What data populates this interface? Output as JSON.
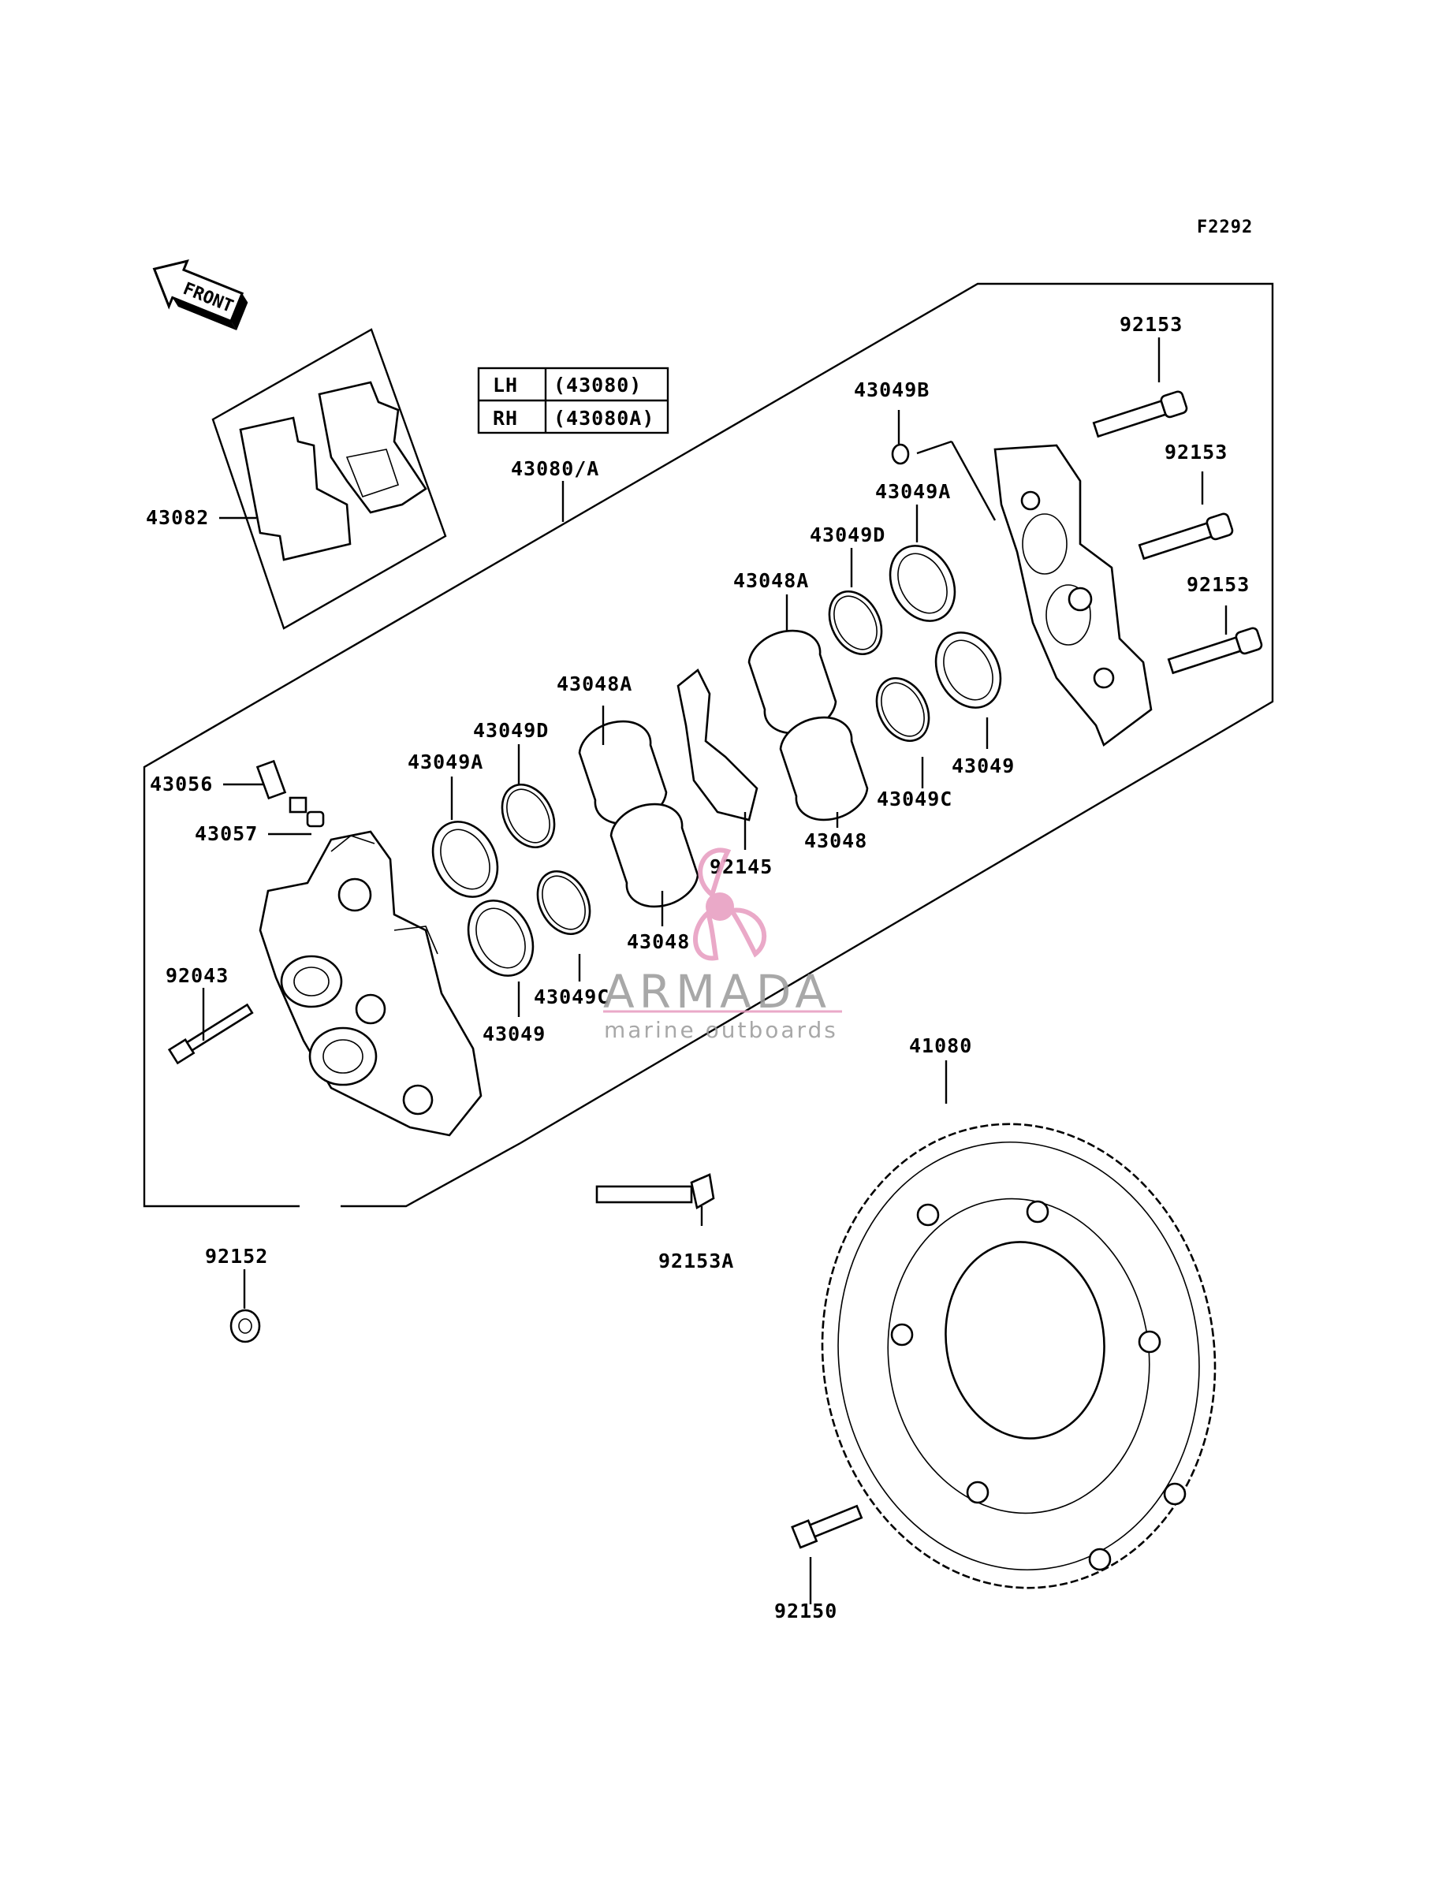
{
  "figure_code": "F2292",
  "front_arrow_label": "FRONT",
  "variant_table": [
    {
      "side": "LH",
      "part": "(43080)"
    },
    {
      "side": "RH",
      "part": "(43080A)"
    }
  ],
  "callouts": {
    "c43082": "43082",
    "c43080A": "43080/A",
    "c43056": "43056",
    "c43057": "43057",
    "c92043": "92043",
    "c92152": "92152",
    "c92153A": "92153A",
    "c43049A_l": "43049A",
    "c43049D_l": "43049D",
    "c43048A_l": "43048A",
    "c43049C_l": "43049C",
    "c43049_l": "43049",
    "c43048_l": "43048",
    "c92145": "92145",
    "c43048A_r": "43048A",
    "c43049D_r": "43049D",
    "c43049A_r": "43049A",
    "c43049B": "43049B",
    "c92153_1": "92153",
    "c92153_2": "92153",
    "c92153_3": "92153",
    "c43049_r": "43049",
    "c43049C_r": "43049C",
    "c43048_r": "43048",
    "c41080": "41080",
    "c92150": "92150"
  },
  "watermark": {
    "brand": "ARMADA",
    "tagline": "marine outboards",
    "color": "#e79bbf"
  }
}
